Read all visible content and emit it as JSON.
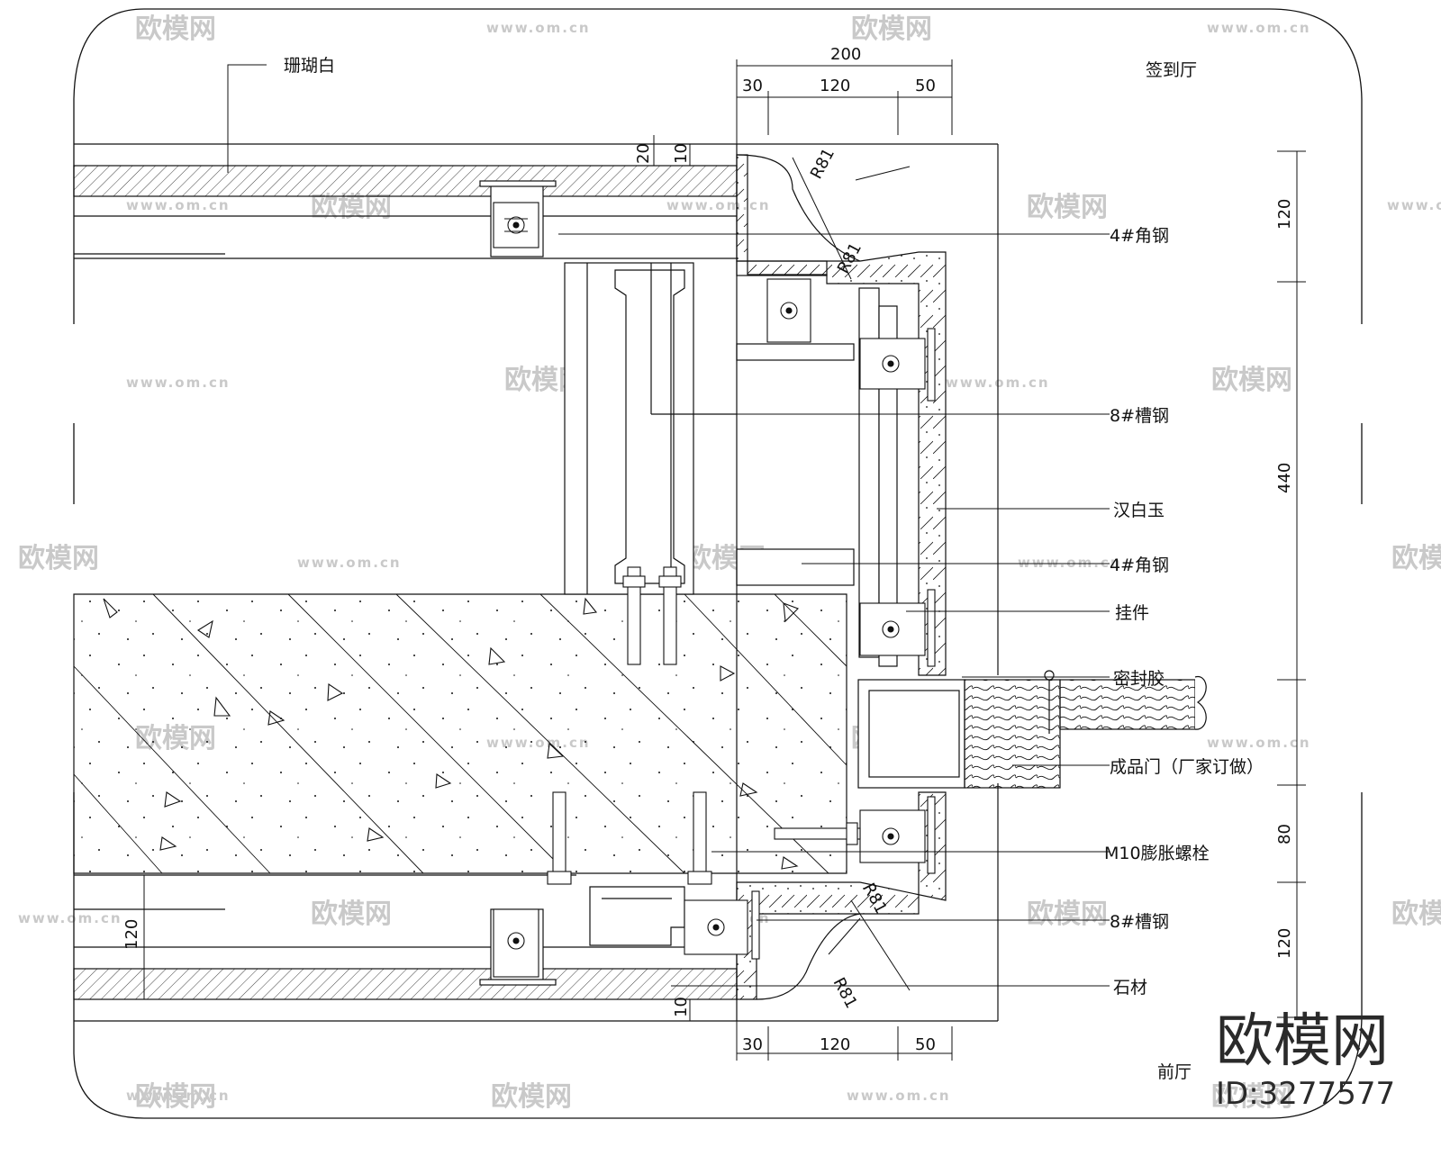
{
  "labels": {
    "coral_white": "珊瑚白",
    "sign_in_hall": "签到厅",
    "front_hall": "前厅",
    "angle_steel_top": "4#角钢",
    "channel_steel_top": "8#槽钢",
    "han_white_jade": "汉白玉",
    "angle_steel_mid": "4#角钢",
    "hanger": "挂件",
    "sealant": "密封胶",
    "finished_door": "成品门（厂家订做）",
    "m10_bolt": "M10膨胀螺栓",
    "channel_steel_bottom": "8#槽钢",
    "stone": "石材"
  },
  "dimensions": {
    "top_total": "200",
    "top_a": "30",
    "top_b": "120",
    "top_c": "50",
    "bottom_a": "30",
    "bottom_b": "120",
    "bottom_c": "50",
    "right_top": "120",
    "right_mid": "440",
    "right_low": "80",
    "right_bottom": "120",
    "left_bottom": "120",
    "small_20": "20",
    "small_10_top": "10",
    "small_10_bottom": "10",
    "radius_1": "R81",
    "radius_2": "R81",
    "radius_3": "R81",
    "radius_4": "R81"
  },
  "watermark": {
    "cn": "欧模网",
    "url": "www.om.cn"
  },
  "brand": {
    "name": "欧模网",
    "id": "ID:3277577"
  },
  "colors": {
    "line": "#111111",
    "watermark": "#c9c9c9"
  }
}
